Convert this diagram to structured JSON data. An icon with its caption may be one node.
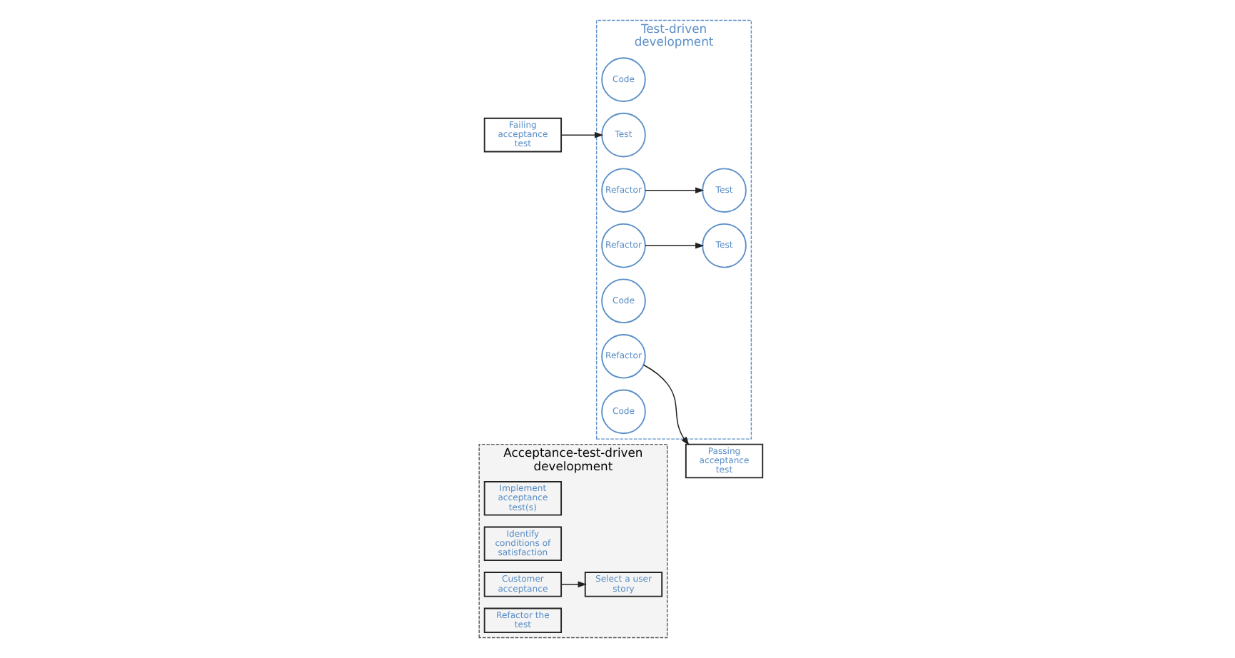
{
  "diagram": {
    "nodes": [
      {
        "text": [
          "Acceptance-test-driven development"
        ]
      },
      {
        "text": [
          "Failing acceptance test"
        ]
      },
      {
        "text": [
          "Implement acceptance test(s)"
        ],
        "in": 0
      },
      {
        "text": [
          "Identify conditions of satisfaction"
        ],
        "in": 0
      },
      {
        "text": [
          "Select a user story"
        ],
        "in": 0
      },
      {
        "text": [
          "Customer acceptance"
        ],
        "in": 0
      },
      {
        "text": [
          "Refactor the test"
        ],
        "in": 0
      },
      {
        "text": [
          "Passing acceptance test"
        ]
      },
      {
        "text": [
          "Test-driven development"
        ]
      },
      {
        "text": [
          "Code"
        ],
        "in": 8
      },
      {
        "text": [
          "Test"
        ],
        "in": 8
      },
      {
        "text": [
          "Refactor"
        ],
        "in": 8
      },
      {
        "text": [
          "Test"
        ],
        "in": 8
      },
      {
        "text": [
          "Refactor"
        ],
        "in": 8
      },
      {
        "text": [
          "Code"
        ],
        "in": 8
      },
      {
        "text": [
          "Test"
        ],
        "in": 8
      },
      {
        "text": [
          "Refactor"
        ],
        "in": 8
      },
      {
        "text": [
          "Code"
        ],
        "in": 8
      }
    ],
    "edges": [
      {
        "from": 1,
        "to": 10,
        "arrow": "to"
      },
      {
        "from": 11,
        "to": 12,
        "arrow": "to"
      },
      {
        "from": 13,
        "to": 15,
        "arrow": "to"
      },
      {
        "from": 16,
        "to": 7,
        "arrow": "to"
      },
      {
        "from": 5,
        "to": 4,
        "arrow": "to"
      }
    ]
  }
}
